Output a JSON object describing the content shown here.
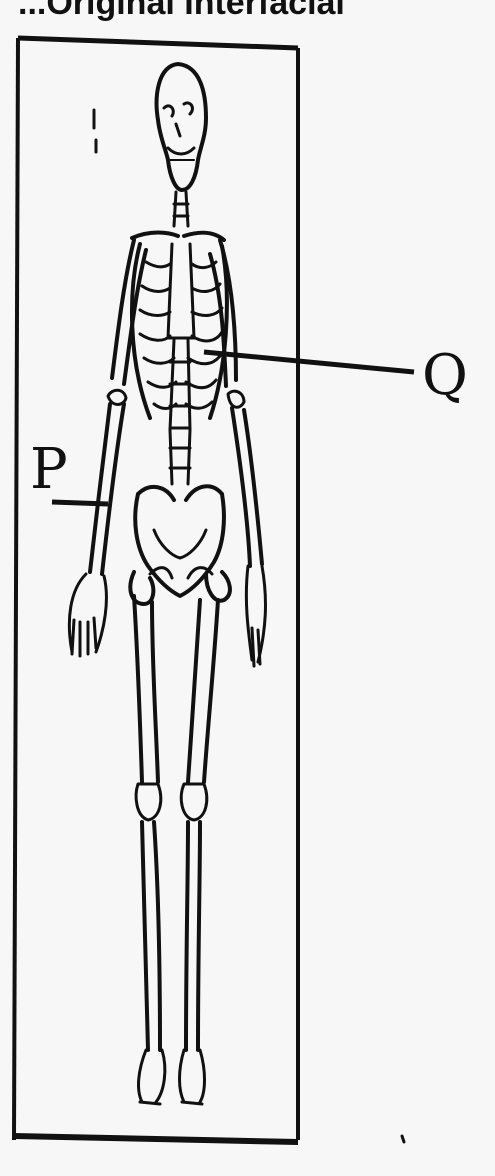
{
  "heading": "...Original Interfacial",
  "labels": {
    "p": "P",
    "q": "Q"
  },
  "figure": {
    "subject": "human-skeleton",
    "border_color": "#111111",
    "line_color": "#111111"
  }
}
